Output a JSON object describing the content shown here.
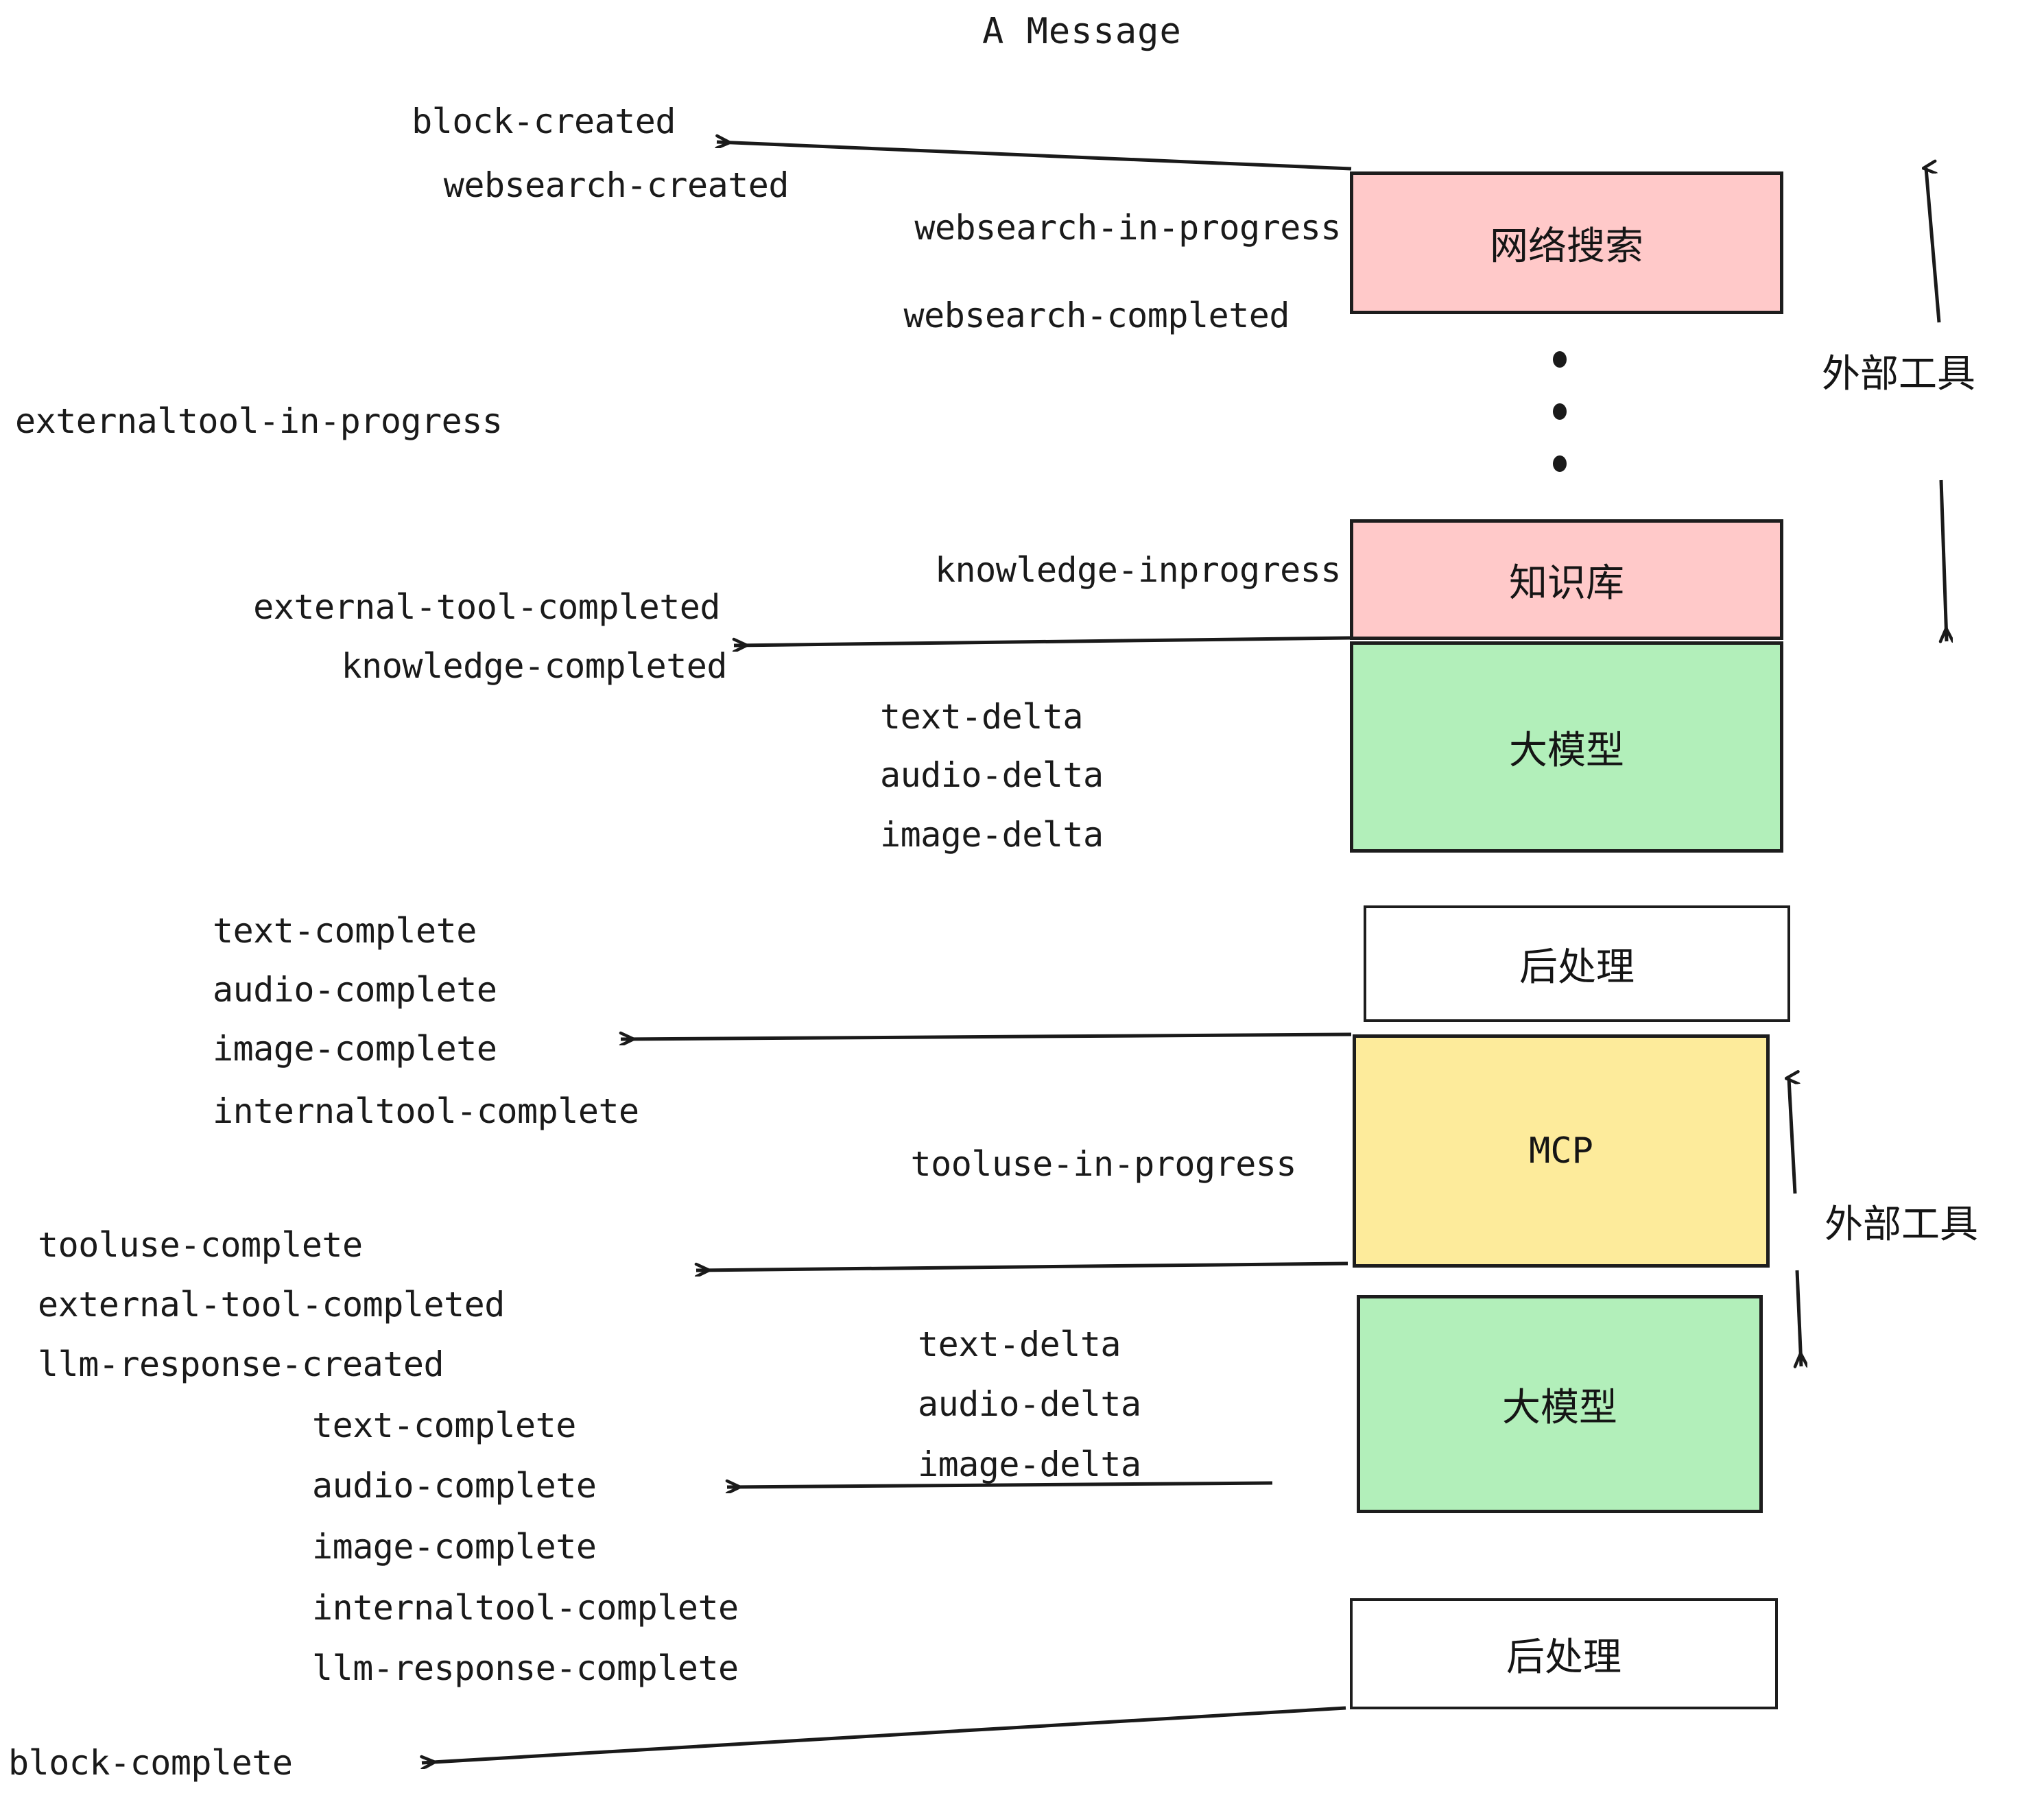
{
  "title": "A Message",
  "colors": {
    "pink": "#FFC9C9",
    "green": "#B2EFBA",
    "yellow": "#FDEB9B",
    "white": "#FFFFFF",
    "stroke": "#1D1D1D",
    "text": "#1A1A1A"
  },
  "boxes": [
    {
      "id": "websearch",
      "label": "网络搜索",
      "fill": "#FFC9C9"
    },
    {
      "id": "knowledge",
      "label": "知识库",
      "fill": "#FFC9C9"
    },
    {
      "id": "llm-1",
      "label": "大模型",
      "fill": "#B2EFBA"
    },
    {
      "id": "postprocess-1",
      "label": "后处理",
      "fill": "#FFFFFF"
    },
    {
      "id": "mcp",
      "label": "MCP",
      "fill": "#FDEB9B"
    },
    {
      "id": "llm-2",
      "label": "大模型",
      "fill": "#B2EFBA"
    },
    {
      "id": "postprocess-2",
      "label": "后处理",
      "fill": "#FFFFFF"
    }
  ],
  "side_labels": [
    {
      "id": "external-tool-top",
      "label": "外部工具"
    },
    {
      "id": "external-tool-bottom",
      "label": "外部工具"
    }
  ],
  "events": {
    "block_created": "block-created",
    "websearch_created": "websearch-created",
    "websearch_in_progress": "websearch-in-progress",
    "websearch_completed": "websearch-completed",
    "externaltool_in_progress": "externaltool-in-progress",
    "knowledge_inprogress": "knowledge-inprogress",
    "external_tool_completed_1": "external-tool-completed",
    "knowledge_completed": "knowledge-completed",
    "text_delta_1": "text-delta",
    "audio_delta_1": "audio-delta",
    "image_delta_1": "image-delta",
    "text_complete_1": "text-complete",
    "audio_complete_1": "audio-complete",
    "image_complete_1": "image-complete",
    "internaltool_complete_1": "internaltool-complete",
    "tooluse_in_progress": "tooluse-in-progress",
    "tooluse_complete": "tooluse-complete",
    "external_tool_completed_2": "external-tool-completed",
    "llm_response_created": "llm-response-created",
    "text_delta_2": "text-delta",
    "audio_delta_2": "audio-delta",
    "image_delta_2": "image-delta",
    "text_complete_2": "text-complete",
    "audio_complete_2": "audio-complete",
    "image_complete_2": "image-complete",
    "internaltool_complete_2": "internaltool-complete",
    "llm_response_complete": "llm-response-complete",
    "block_complete": "block-complete"
  }
}
